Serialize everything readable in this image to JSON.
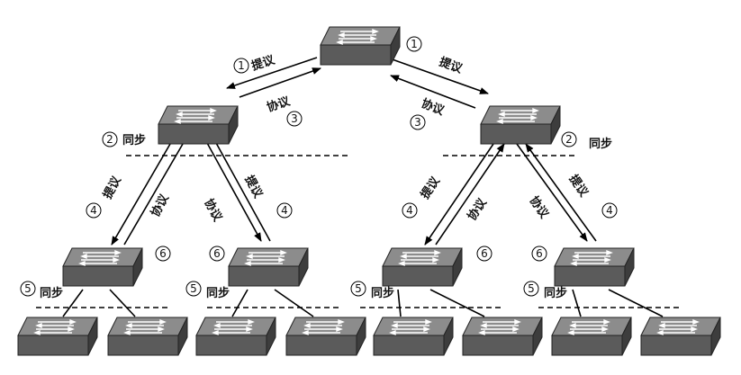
{
  "labels": {
    "propose": "提议",
    "agree": "协议",
    "sync": "同步"
  },
  "steps": {
    "s1": "1",
    "s2": "2",
    "s3": "3",
    "s4": "4",
    "s5": "5",
    "s6": "6"
  },
  "colors": {
    "switch_top": "#8a8a8a",
    "switch_front": "#5a5a5a",
    "switch_side": "#3e3e3e",
    "line": "#000000"
  },
  "icons": {
    "switch": "network-switch-icon"
  }
}
